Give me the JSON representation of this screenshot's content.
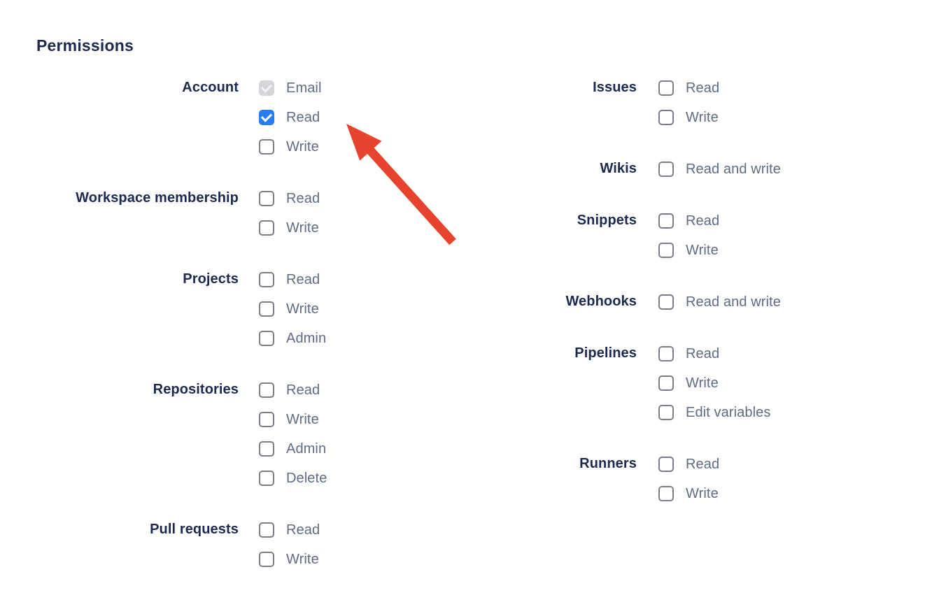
{
  "page_title": "Permissions",
  "colors": {
    "background": "#FFFFFF",
    "heading_text": "#1B2A4E",
    "group_label_text": "#1B2A4E",
    "option_label_text": "#5E6C84",
    "checkbox_border": "#7A7E87",
    "checkbox_checked_bg": "#2A7CF5",
    "checkbox_check": "#FFFFFF",
    "checkbox_disabled_bg": "#D4D6DB",
    "checkbox_disabled_check": "#F2F2F4",
    "arrow": "#E8432C"
  },
  "permissions": {
    "heading": "Permissions",
    "columns": [
      {
        "groups": [
          {
            "label": "Account",
            "options": [
              {
                "label": "Email",
                "checked": true,
                "disabled": true
              },
              {
                "label": "Read",
                "checked": true,
                "disabled": false
              },
              {
                "label": "Write",
                "checked": false,
                "disabled": false
              }
            ]
          },
          {
            "label": "Workspace membership",
            "options": [
              {
                "label": "Read",
                "checked": false,
                "disabled": false
              },
              {
                "label": "Write",
                "checked": false,
                "disabled": false
              }
            ]
          },
          {
            "label": "Projects",
            "options": [
              {
                "label": "Read",
                "checked": false,
                "disabled": false
              },
              {
                "label": "Write",
                "checked": false,
                "disabled": false
              },
              {
                "label": "Admin",
                "checked": false,
                "disabled": false
              }
            ]
          },
          {
            "label": "Repositories",
            "options": [
              {
                "label": "Read",
                "checked": false,
                "disabled": false
              },
              {
                "label": "Write",
                "checked": false,
                "disabled": false
              },
              {
                "label": "Admin",
                "checked": false,
                "disabled": false
              },
              {
                "label": "Delete",
                "checked": false,
                "disabled": false
              }
            ]
          },
          {
            "label": "Pull requests",
            "options": [
              {
                "label": "Read",
                "checked": false,
                "disabled": false
              },
              {
                "label": "Write",
                "checked": false,
                "disabled": false
              }
            ]
          }
        ]
      },
      {
        "groups": [
          {
            "label": "Issues",
            "options": [
              {
                "label": "Read",
                "checked": false,
                "disabled": false
              },
              {
                "label": "Write",
                "checked": false,
                "disabled": false
              }
            ]
          },
          {
            "label": "Wikis",
            "options": [
              {
                "label": "Read and write",
                "checked": false,
                "disabled": false
              }
            ]
          },
          {
            "label": "Snippets",
            "options": [
              {
                "label": "Read",
                "checked": false,
                "disabled": false
              },
              {
                "label": "Write",
                "checked": false,
                "disabled": false
              }
            ]
          },
          {
            "label": "Webhooks",
            "options": [
              {
                "label": "Read and write",
                "checked": false,
                "disabled": false
              }
            ]
          },
          {
            "label": "Pipelines",
            "options": [
              {
                "label": "Read",
                "checked": false,
                "disabled": false
              },
              {
                "label": "Write",
                "checked": false,
                "disabled": false
              },
              {
                "label": "Edit variables",
                "checked": false,
                "disabled": false
              }
            ]
          },
          {
            "label": "Runners",
            "options": [
              {
                "label": "Read",
                "checked": false,
                "disabled": false
              },
              {
                "label": "Write",
                "checked": false,
                "disabled": false
              }
            ]
          }
        ]
      }
    ]
  },
  "annotation": {
    "type": "arrow",
    "color": "#E8432C",
    "points_to": "checkbox-account-read"
  }
}
